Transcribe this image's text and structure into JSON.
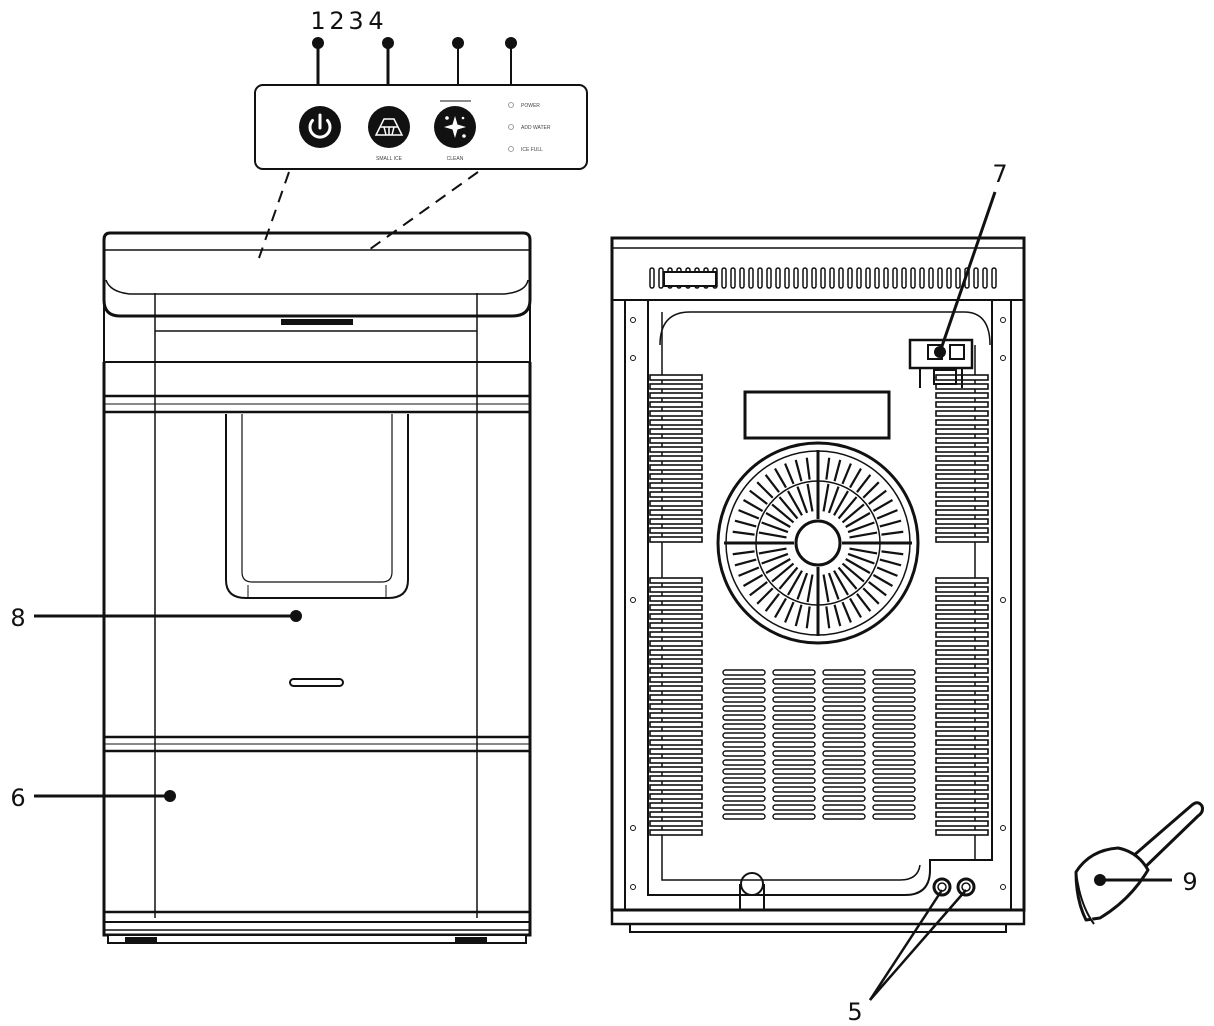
{
  "callouts": {
    "c1": "1",
    "c2": "2",
    "c3": "3",
    "c4": "4",
    "c5": "5",
    "c6": "6",
    "c7": "7",
    "c8": "8",
    "c9": "9"
  },
  "control_panel": {
    "small_ice_label": "SMALL ICE",
    "clean_label": "CLEAN",
    "status_labels": [
      "POWER",
      "ADD WATER",
      "ICE FULL"
    ]
  },
  "icons": {
    "power_button": "power-icon",
    "ice_size_button": "ice-cubes-icon",
    "clean_button": "sparkle-icon",
    "scoop": "ice-scoop-icon"
  },
  "colors": {
    "line": "#111111",
    "button_fill": "#111111",
    "background": "#ffffff"
  }
}
